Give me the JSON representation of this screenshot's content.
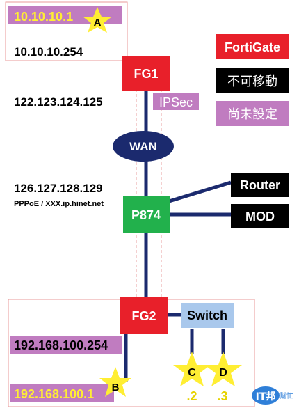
{
  "top_site": {
    "lan_ip": "10.10.10.1",
    "gateway_ip": "10.10.10.254",
    "star_label": "A"
  },
  "fg1": {
    "label": "FG1",
    "wan_ip": "122.123.124.125",
    "tunnel_label": "IPSec"
  },
  "wan": {
    "label": "WAN"
  },
  "p874": {
    "label": "P874",
    "ip": "126.127.128.129",
    "pppoe_note": "PPPoE / XXX.ip.hinet.net"
  },
  "router": {
    "label": "Router"
  },
  "mod": {
    "label": "MOD"
  },
  "legend": {
    "fortigate": "FortiGate",
    "fixed": "不可移動",
    "not_configured": "尚未設定"
  },
  "bottom_site": {
    "fg2_label": "FG2",
    "switch_label": "Switch",
    "gateway_ip": "192.168.100.254",
    "host_ip": "192.168.100.1",
    "star_b": "B",
    "star_c": "C",
    "star_d": "D",
    "ip_c": ".2",
    "ip_d": ".3"
  },
  "watermark": {
    "brand": "IT邦",
    "sub": "幫忙"
  },
  "colors": {
    "fortigate_red": "#e8202a",
    "node_green": "#22b14c",
    "link_navy": "#1b2a6e",
    "pending_purple": "#c07cc0",
    "switch_blue": "#a9c8ec",
    "star_yellow": "#ffee33",
    "ip_yellow": "#ffee33"
  }
}
